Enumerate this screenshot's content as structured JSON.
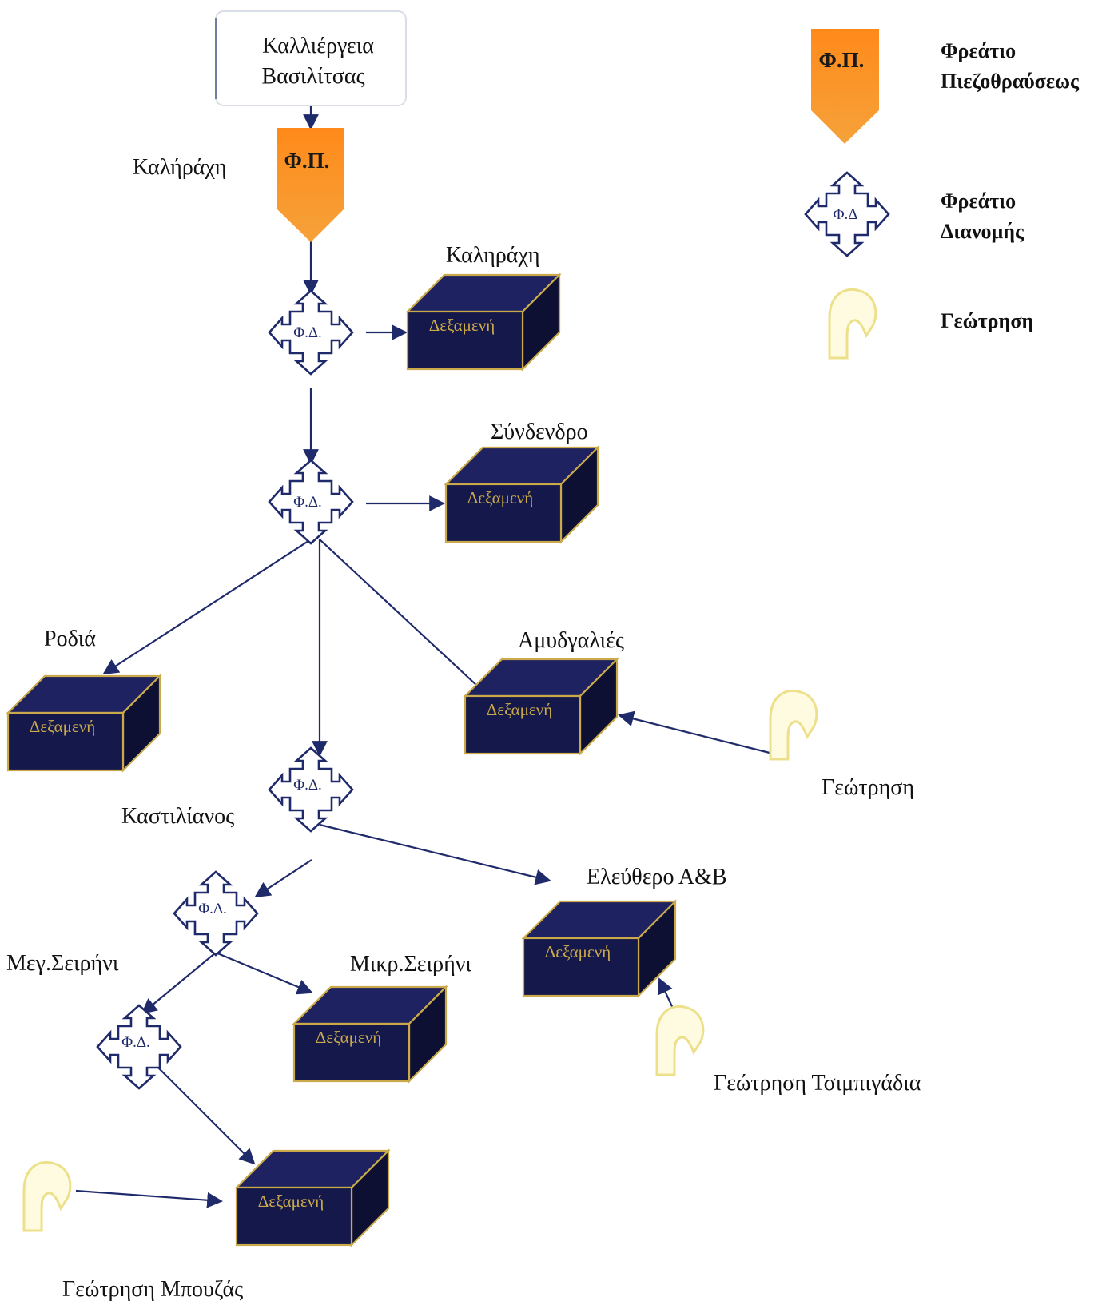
{
  "source_box": {
    "line1": "Καλλιέργεια",
    "line2": "Βασιλίτσας"
  },
  "labels": {
    "kalirachi_fp": "Καλήράχη",
    "kalirachi_tank": "Καληράχη",
    "syndendro": "Σύνδενδρο",
    "rodia": "Ροδιά",
    "amygdalies": "Αμυδγαλιές",
    "kastilianos": "Καστιλίανος",
    "geotrisi": "Γεώτρηση",
    "eleuthero": "Ελεύθερο Α&Β",
    "meg_seirini": "Μεγ.Σειρήνι",
    "mikr_seirini": "Μικρ.Σειρήνι",
    "geotrisi_tsimpigadia": "Γεώτρηση Τσιμπιγάδια",
    "geotrisi_mpouzas": "Γεώτρηση Μπουζάς"
  },
  "tank_label": "Δεξαμενή",
  "fd_label": "Φ.Δ.",
  "fp_label": "Φ.Π.",
  "legend": {
    "fp_symbol": "Φ.Π.",
    "fp_line1": "Φρεάτιο",
    "fp_line2": "Πιεζοθραύσεως",
    "fd_symbol": "Φ.Δ",
    "fd_line1": "Φρεάτιο",
    "fd_line2": "Διανομής",
    "geo": "Γεώτρηση"
  },
  "colors": {
    "tank_front": "#15184a",
    "tank_top": "#1e2260",
    "tank_side": "#0d0f33",
    "tank_edge": "#c9a94a",
    "fp_fill": "#f5901e",
    "fd_stroke": "#1f2a6b",
    "edge": "#1f2a6b",
    "borehole": "#f3eba0"
  }
}
